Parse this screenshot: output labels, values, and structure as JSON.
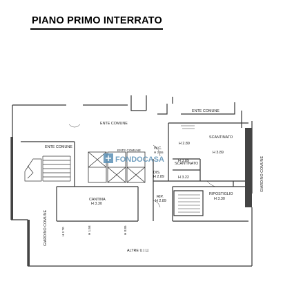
{
  "title": "PIANO PRIMO INTERRATO",
  "logo": {
    "text": "FONDOCASA",
    "color": "#5a8fb5"
  },
  "labels": {
    "ente_comune_top": "ENTE COMUNE",
    "ente_comune_center": "ENTE COMUNE",
    "ente_comune_left": "ENTE COMUNE",
    "ente_comune_stair": "ENTE COMUNE",
    "scantinato_right": "SCANTINATO",
    "scantinato_right_h": "H 3.89",
    "scantinato_mid": "SCANTINATO",
    "scantinato_mid_h": "H 3.89",
    "h_289": "H 2.89",
    "wc": "W.C.",
    "wc_h": "H 2.55",
    "dis": "DIS.",
    "dis_h": "H 2.89",
    "h_322": "H 3.22",
    "ripostiglio": "RIPOSTIGLIO",
    "ripostiglio_h": "H 3.30",
    "rip": "RIP.",
    "rip_h": "H 2.89",
    "cantina": "CANTINA",
    "cantina_h": "H 3.30",
    "h_270": "H 2.70",
    "h_158": "H 1.58",
    "h_085": "H 0.85",
    "giardino_left": "GIARDINO COMUNE",
    "giardino_right": "GIARDINO COMUNE",
    "altre_ui": "ALTRE U.I.U."
  }
}
